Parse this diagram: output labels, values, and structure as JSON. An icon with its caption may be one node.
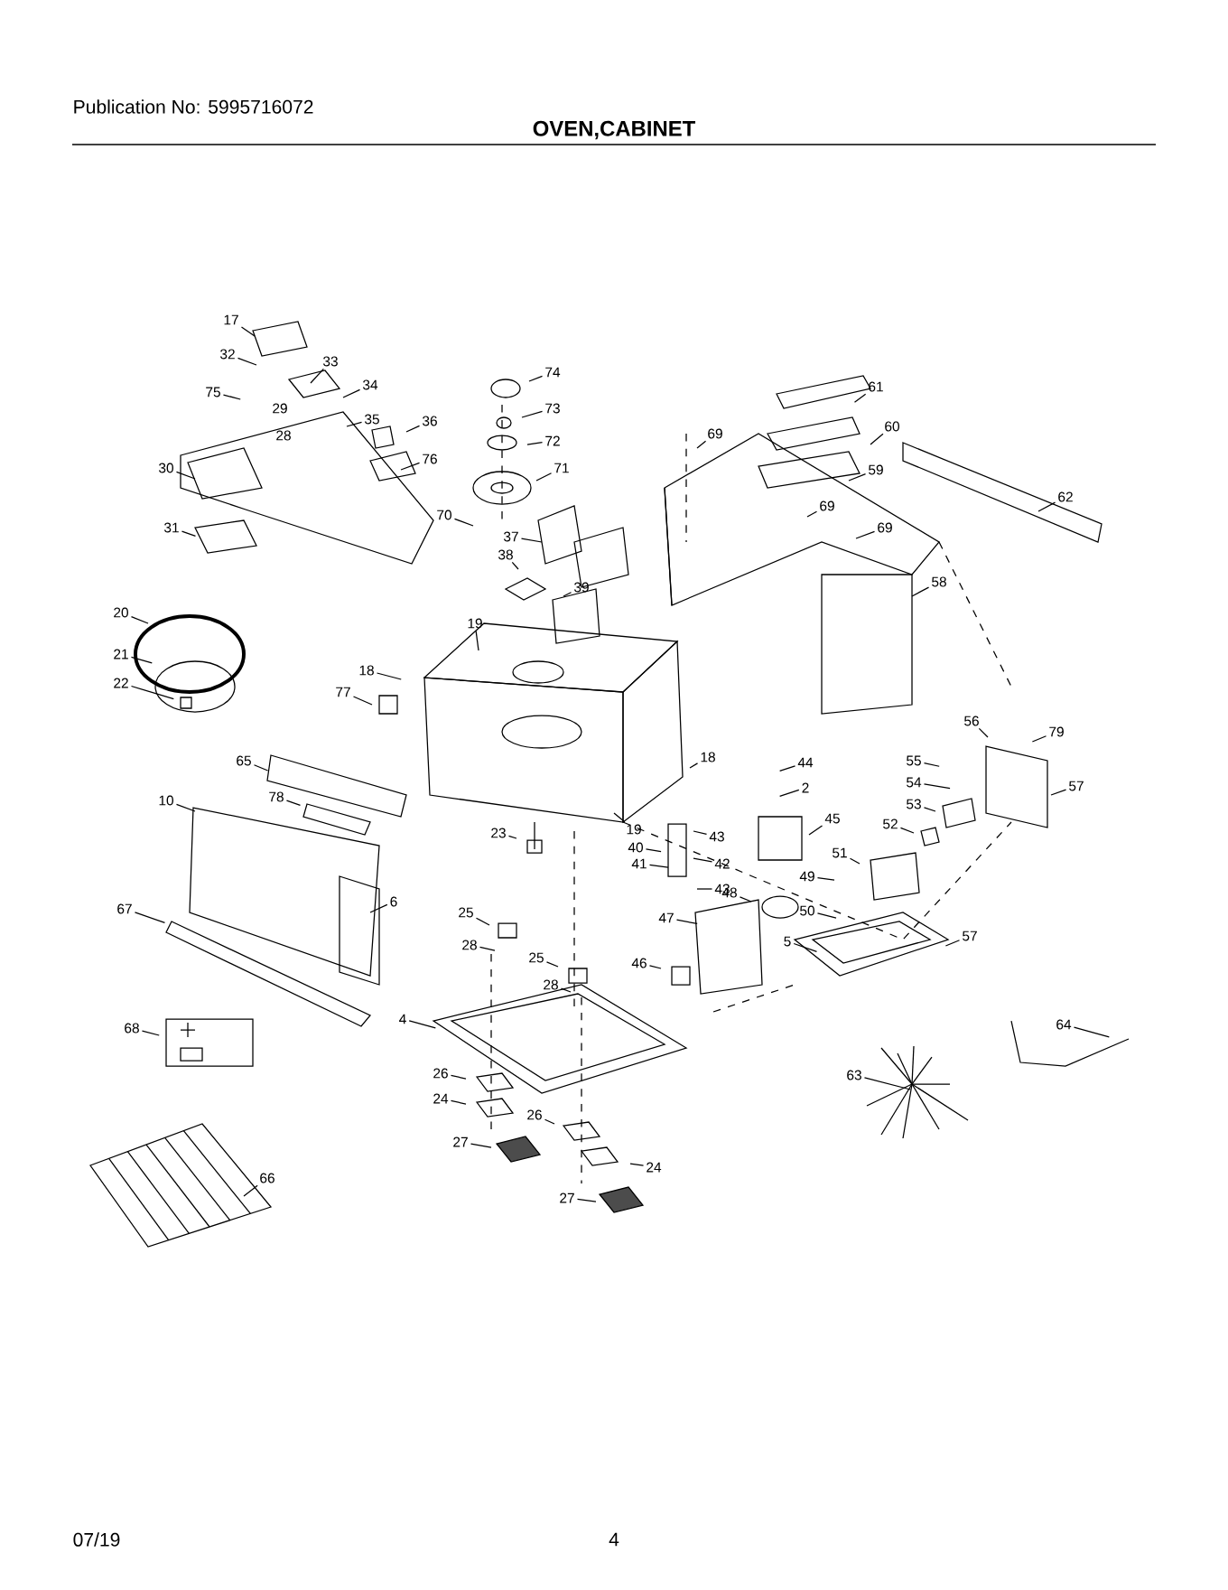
{
  "diagram": {
    "title": "OVEN,CABINET",
    "nodes": [
      {
        "text": [
          "17"
        ]
      },
      {
        "text": [
          "32"
        ]
      },
      {
        "text": [
          "33"
        ]
      },
      {
        "text": [
          "75"
        ]
      },
      {
        "text": [
          "34"
        ]
      },
      {
        "text": [
          "35"
        ]
      },
      {
        "text": [
          "36"
        ]
      },
      {
        "text": [
          "76"
        ]
      },
      {
        "text": [
          "30"
        ]
      },
      {
        "text": [
          "31"
        ]
      },
      {
        "text": [
          "74"
        ]
      },
      {
        "text": [
          "73"
        ]
      },
      {
        "text": [
          "72"
        ]
      },
      {
        "text": [
          "71"
        ]
      },
      {
        "text": [
          "70"
        ]
      },
      {
        "text": [
          "37"
        ]
      },
      {
        "text": [
          "38"
        ]
      },
      {
        "text": [
          "39"
        ]
      },
      {
        "text": [
          "69"
        ]
      },
      {
        "text": [
          "61"
        ]
      },
      {
        "text": [
          "60"
        ]
      },
      {
        "text": [
          "59"
        ]
      },
      {
        "text": [
          "62"
        ]
      },
      {
        "text": [
          "69"
        ]
      },
      {
        "text": [
          "69"
        ]
      },
      {
        "text": [
          "58"
        ]
      },
      {
        "text": [
          "19"
        ]
      },
      {
        "text": [
          "20"
        ]
      },
      {
        "text": [
          "21"
        ]
      },
      {
        "text": [
          "22"
        ]
      },
      {
        "text": [
          "18"
        ]
      },
      {
        "text": [
          "77"
        ]
      },
      {
        "text": [
          "65"
        ]
      },
      {
        "text": [
          "78"
        ]
      },
      {
        "text": [
          "10"
        ]
      },
      {
        "text": [
          "23"
        ]
      },
      {
        "text": [
          "6"
        ]
      },
      {
        "text": [
          "67"
        ]
      },
      {
        "text": [
          "18"
        ]
      },
      {
        "text": [
          "19"
        ]
      },
      {
        "text": [
          "44"
        ]
      },
      {
        "text": [
          "2"
        ]
      },
      {
        "text": [
          "45"
        ]
      },
      {
        "text": [
          "43"
        ]
      },
      {
        "text": [
          "40"
        ]
      },
      {
        "text": [
          "41"
        ]
      },
      {
        "text": [
          "42"
        ]
      },
      {
        "text": [
          "43"
        ]
      },
      {
        "text": [
          "48"
        ]
      },
      {
        "text": [
          "47"
        ]
      },
      {
        "text": [
          "46"
        ]
      },
      {
        "text": [
          "51"
        ]
      },
      {
        "text": [
          "49"
        ]
      },
      {
        "text": [
          "50"
        ]
      },
      {
        "text": [
          "5"
        ]
      },
      {
        "text": [
          "57"
        ]
      },
      {
        "text": [
          "79"
        ]
      },
      {
        "text": [
          "56"
        ]
      },
      {
        "text": [
          "55"
        ]
      },
      {
        "text": [
          "54"
        ]
      },
      {
        "text": [
          "53"
        ]
      },
      {
        "text": [
          "52"
        ]
      },
      {
        "text": [
          "57"
        ]
      },
      {
        "text": [
          "25"
        ]
      },
      {
        "text": [
          "28"
        ]
      },
      {
        "text": [
          "25"
        ]
      },
      {
        "text": [
          "28"
        ]
      },
      {
        "text": [
          "4"
        ]
      },
      {
        "text": [
          "26"
        ]
      },
      {
        "text": [
          "24"
        ]
      },
      {
        "text": [
          "27"
        ]
      },
      {
        "text": [
          "26"
        ]
      },
      {
        "text": [
          "24"
        ]
      },
      {
        "text": [
          "27"
        ]
      },
      {
        "text": [
          "68"
        ]
      },
      {
        "text": [
          "66"
        ]
      },
      {
        "text": [
          "64"
        ]
      },
      {
        "text": [
          "63"
        ]
      }
    ],
    "edges": [
      {
        "from": 0,
        "to": null,
        "arrow": "none"
      },
      {
        "from": 1,
        "to": null,
        "arrow": "none"
      },
      {
        "from": 2,
        "to": null,
        "arrow": "none"
      },
      {
        "from": 3,
        "to": null,
        "arrow": "none"
      },
      {
        "from": 4,
        "to": null,
        "arrow": "none"
      },
      {
        "from": 5,
        "to": null,
        "arrow": "none"
      },
      {
        "from": 6,
        "to": null,
        "arrow": "none"
      },
      {
        "from": 7,
        "to": null,
        "arrow": "none"
      },
      {
        "from": 8,
        "to": null,
        "arrow": "none"
      },
      {
        "from": 9,
        "to": null,
        "arrow": "none"
      },
      {
        "from": 10,
        "to": null,
        "arrow": "none"
      },
      {
        "from": 11,
        "to": null,
        "arrow": "none"
      },
      {
        "from": 12,
        "to": null,
        "arrow": "none"
      },
      {
        "from": 13,
        "to": null,
        "arrow": "none"
      },
      {
        "from": 14,
        "to": null,
        "arrow": "none"
      },
      {
        "from": 15,
        "to": null,
        "arrow": "none"
      },
      {
        "from": 16,
        "to": null,
        "arrow": "none"
      },
      {
        "from": 17,
        "to": null,
        "arrow": "none"
      },
      {
        "from": 18,
        "to": null,
        "arrow": "none"
      },
      {
        "from": 19,
        "to": null,
        "arrow": "none"
      },
      {
        "from": 20,
        "to": null,
        "arrow": "none"
      },
      {
        "from": 21,
        "to": null,
        "arrow": "none"
      },
      {
        "from": 22,
        "to": null,
        "arrow": "none"
      },
      {
        "from": 23,
        "to": null,
        "arrow": "none"
      },
      {
        "from": 24,
        "to": null,
        "arrow": "none"
      },
      {
        "from": 25,
        "to": null,
        "arrow": "none"
      },
      {
        "from": 26,
        "to": null,
        "arrow": "none"
      },
      {
        "from": 27,
        "to": null,
        "arrow": "none"
      },
      {
        "from": 28,
        "to": null,
        "arrow": "none"
      },
      {
        "from": 29,
        "to": null,
        "arrow": "none"
      },
      {
        "from": 30,
        "to": null,
        "arrow": "none"
      },
      {
        "from": 31,
        "to": null,
        "arrow": "none"
      },
      {
        "from": 32,
        "to": null,
        "arrow": "none"
      },
      {
        "from": 33,
        "to": null,
        "arrow": "none"
      },
      {
        "from": 34,
        "to": null,
        "arrow": "none"
      },
      {
        "from": 35,
        "to": null,
        "arrow": "none"
      },
      {
        "from": 36,
        "to": null,
        "arrow": "none"
      },
      {
        "from": 37,
        "to": null,
        "arrow": "none"
      },
      {
        "from": 38,
        "to": null,
        "arrow": "none"
      },
      {
        "from": 39,
        "to": null,
        "arrow": "none"
      },
      {
        "from": 40,
        "to": null,
        "arrow": "none"
      },
      {
        "from": 41,
        "to": null,
        "arrow": "none"
      },
      {
        "from": 42,
        "to": null,
        "arrow": "none"
      },
      {
        "from": 43,
        "to": null,
        "arrow": "none"
      },
      {
        "from": 44,
        "to": null,
        "arrow": "none"
      },
      {
        "from": 45,
        "to": null,
        "arrow": "none"
      },
      {
        "from": 46,
        "to": null,
        "arrow": "none"
      },
      {
        "from": 47,
        "to": null,
        "arrow": "none"
      },
      {
        "from": 48,
        "to": null,
        "arrow": "none"
      },
      {
        "from": 49,
        "to": null,
        "arrow": "none"
      },
      {
        "from": 50,
        "to": null,
        "arrow": "none"
      },
      {
        "from": 51,
        "to": null,
        "arrow": "none"
      },
      {
        "from": 52,
        "to": null,
        "arrow": "none"
      },
      {
        "from": 53,
        "to": null,
        "arrow": "none"
      },
      {
        "from": 54,
        "to": null,
        "arrow": "none"
      },
      {
        "from": 55,
        "to": null,
        "arrow": "none"
      },
      {
        "from": 56,
        "to": null,
        "arrow": "none"
      },
      {
        "from": 57,
        "to": null,
        "arrow": "none"
      },
      {
        "from": 58,
        "to": null,
        "arrow": "none"
      },
      {
        "from": 59,
        "to": null,
        "arrow": "none"
      },
      {
        "from": 60,
        "to": null,
        "arrow": "none"
      },
      {
        "from": 61,
        "to": null,
        "arrow": "none"
      },
      {
        "from": 62,
        "to": null,
        "arrow": "none"
      },
      {
        "from": 63,
        "to": null,
        "arrow": "none"
      },
      {
        "from": 64,
        "to": null,
        "arrow": "none"
      },
      {
        "from": 65,
        "to": null,
        "arrow": "none"
      },
      {
        "from": 66,
        "to": null,
        "arrow": "none"
      },
      {
        "from": 67,
        "to": null,
        "arrow": "none"
      },
      {
        "from": 68,
        "to": null,
        "arrow": "none"
      },
      {
        "from": 69,
        "to": null,
        "arrow": "none"
      },
      {
        "from": 70,
        "to": null,
        "arrow": "none"
      },
      {
        "from": 71,
        "to": null,
        "arrow": "none"
      },
      {
        "from": 72,
        "to": null,
        "arrow": "none"
      },
      {
        "from": 73,
        "to": null,
        "arrow": "none"
      },
      {
        "from": 74,
        "to": null,
        "arrow": "none"
      },
      {
        "from": 75,
        "to": null,
        "arrow": "none"
      },
      {
        "from": 76,
        "to": null,
        "arrow": "none"
      },
      {
        "from": 77,
        "to": null,
        "arrow": "none"
      }
    ],
    "labels": [
      "Publication No: 5995716072",
      "29",
      "28",
      "07/19",
      "4"
    ]
  }
}
